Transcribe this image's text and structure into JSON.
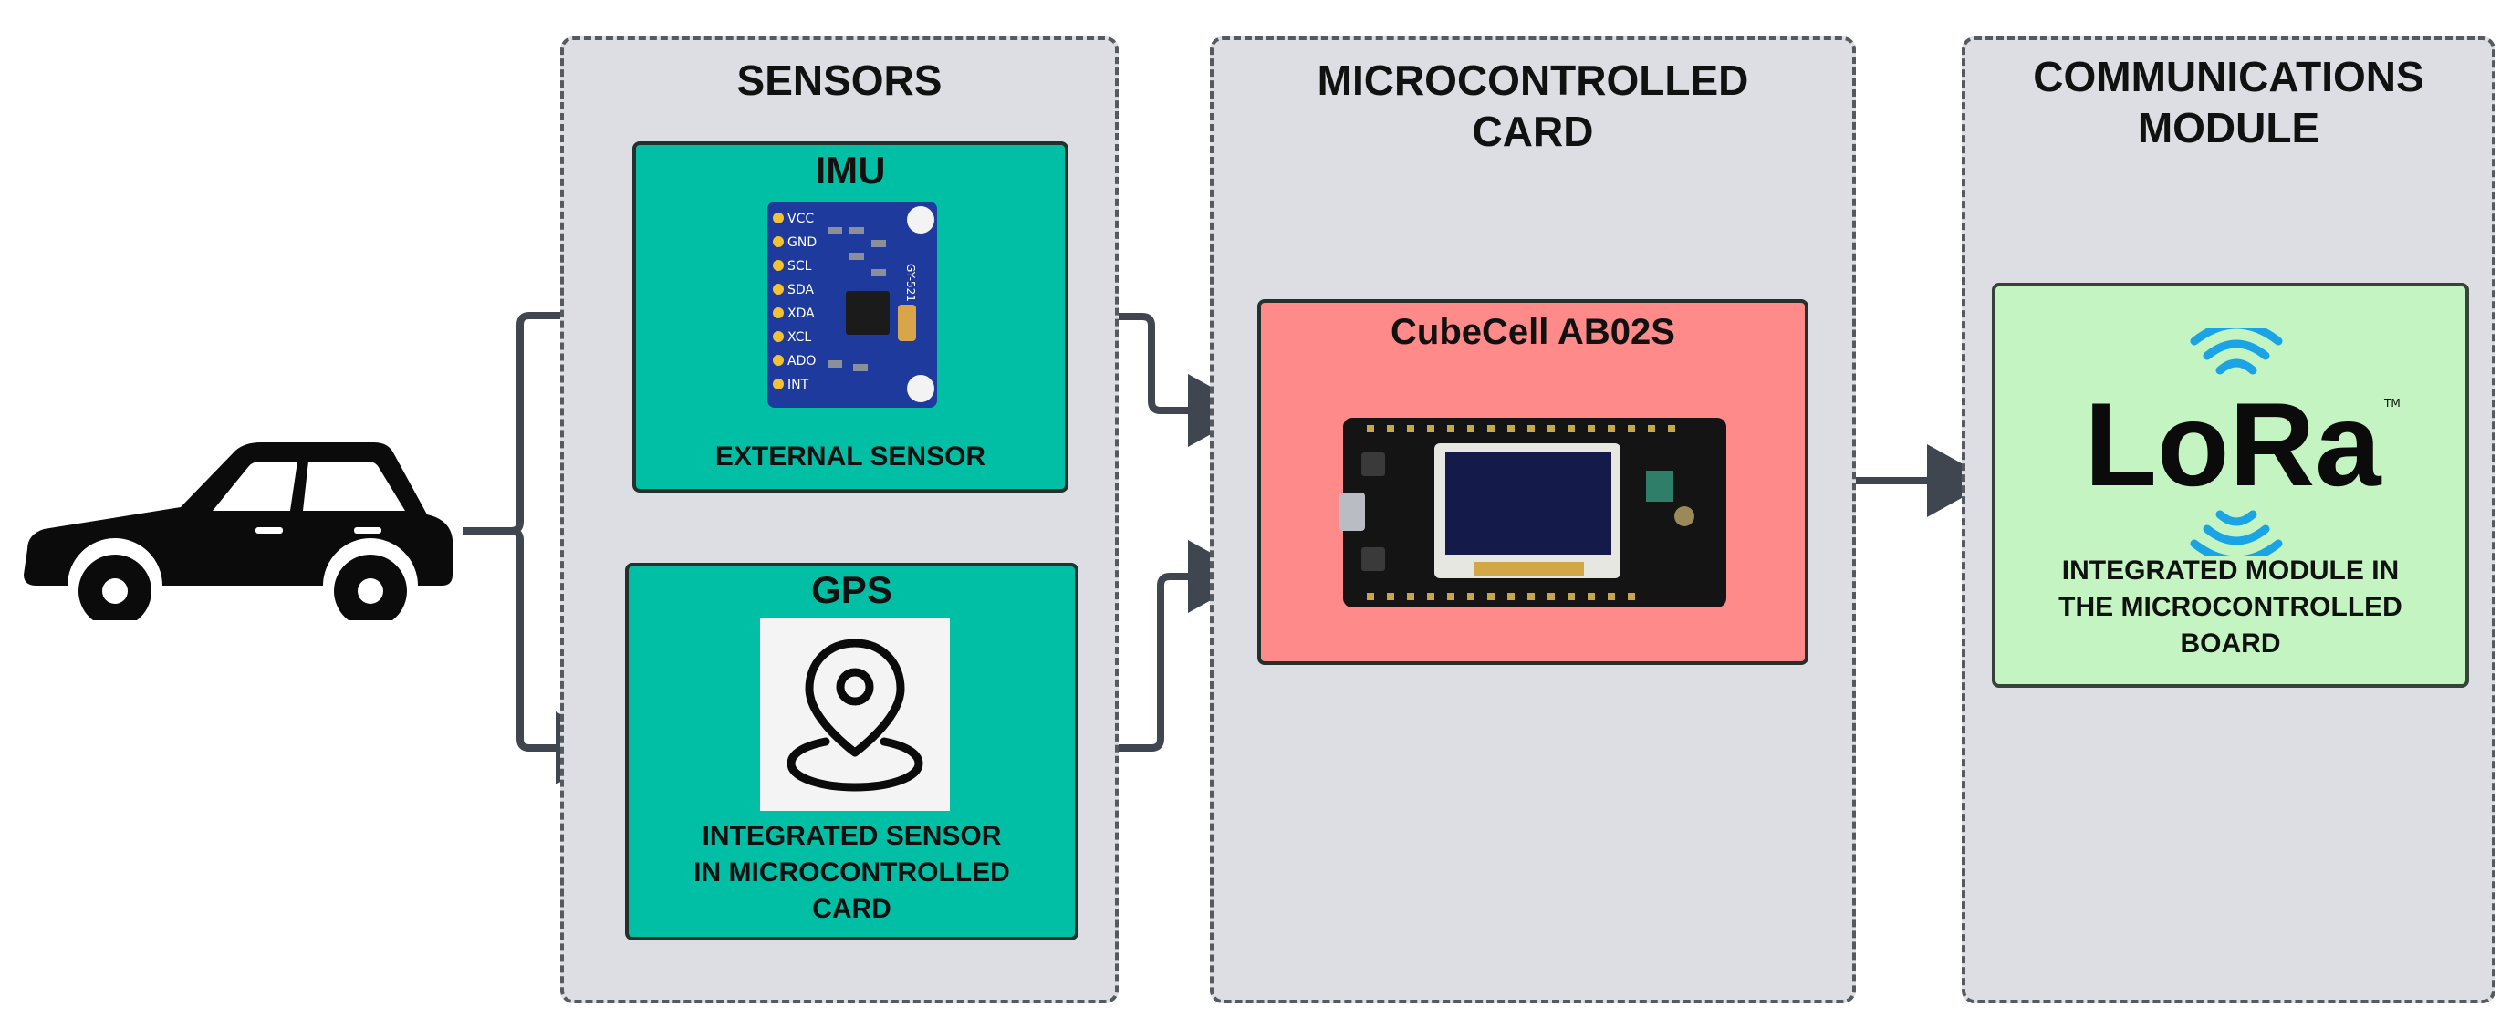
{
  "panels": {
    "sensors": {
      "title": "SENSORS"
    },
    "micro": {
      "title_line1": "MICROCONTROLLED",
      "title_line2": "CARD"
    },
    "comms": {
      "title_line1": "COMMUNICATIONS",
      "title_line2": "MODULE"
    }
  },
  "imu": {
    "title": "IMU",
    "caption": "EXTERNAL SENSOR",
    "pins": [
      "VCC",
      "GND",
      "SCL",
      "SDA",
      "XDA",
      "XCL",
      "ADO",
      "INT"
    ],
    "chip_label": "GY-521"
  },
  "gps": {
    "title": "GPS",
    "caption_line1": "INTEGRATED SENSOR",
    "caption_line2": "IN MICROCONTROLLED",
    "caption_line3": "CARD"
  },
  "cubecell": {
    "title": "CubeCell AB02S"
  },
  "lora": {
    "logo_text": "LoRa",
    "trademark": "TM",
    "caption_line1": "INTEGRATED MODULE IN",
    "caption_line2": "THE MICROCONTROLLED",
    "caption_line3": "BOARD"
  },
  "icons": {
    "vehicle": "car-icon",
    "gps": "location-pin-icon",
    "wireless": "wireless-waves-icon"
  },
  "colors": {
    "sensor_box": "#00bfa5",
    "board_box": "#ff8a8a",
    "module_box": "#c3f4c1",
    "panel": "#dcdee3",
    "arrow": "#3f4650"
  }
}
